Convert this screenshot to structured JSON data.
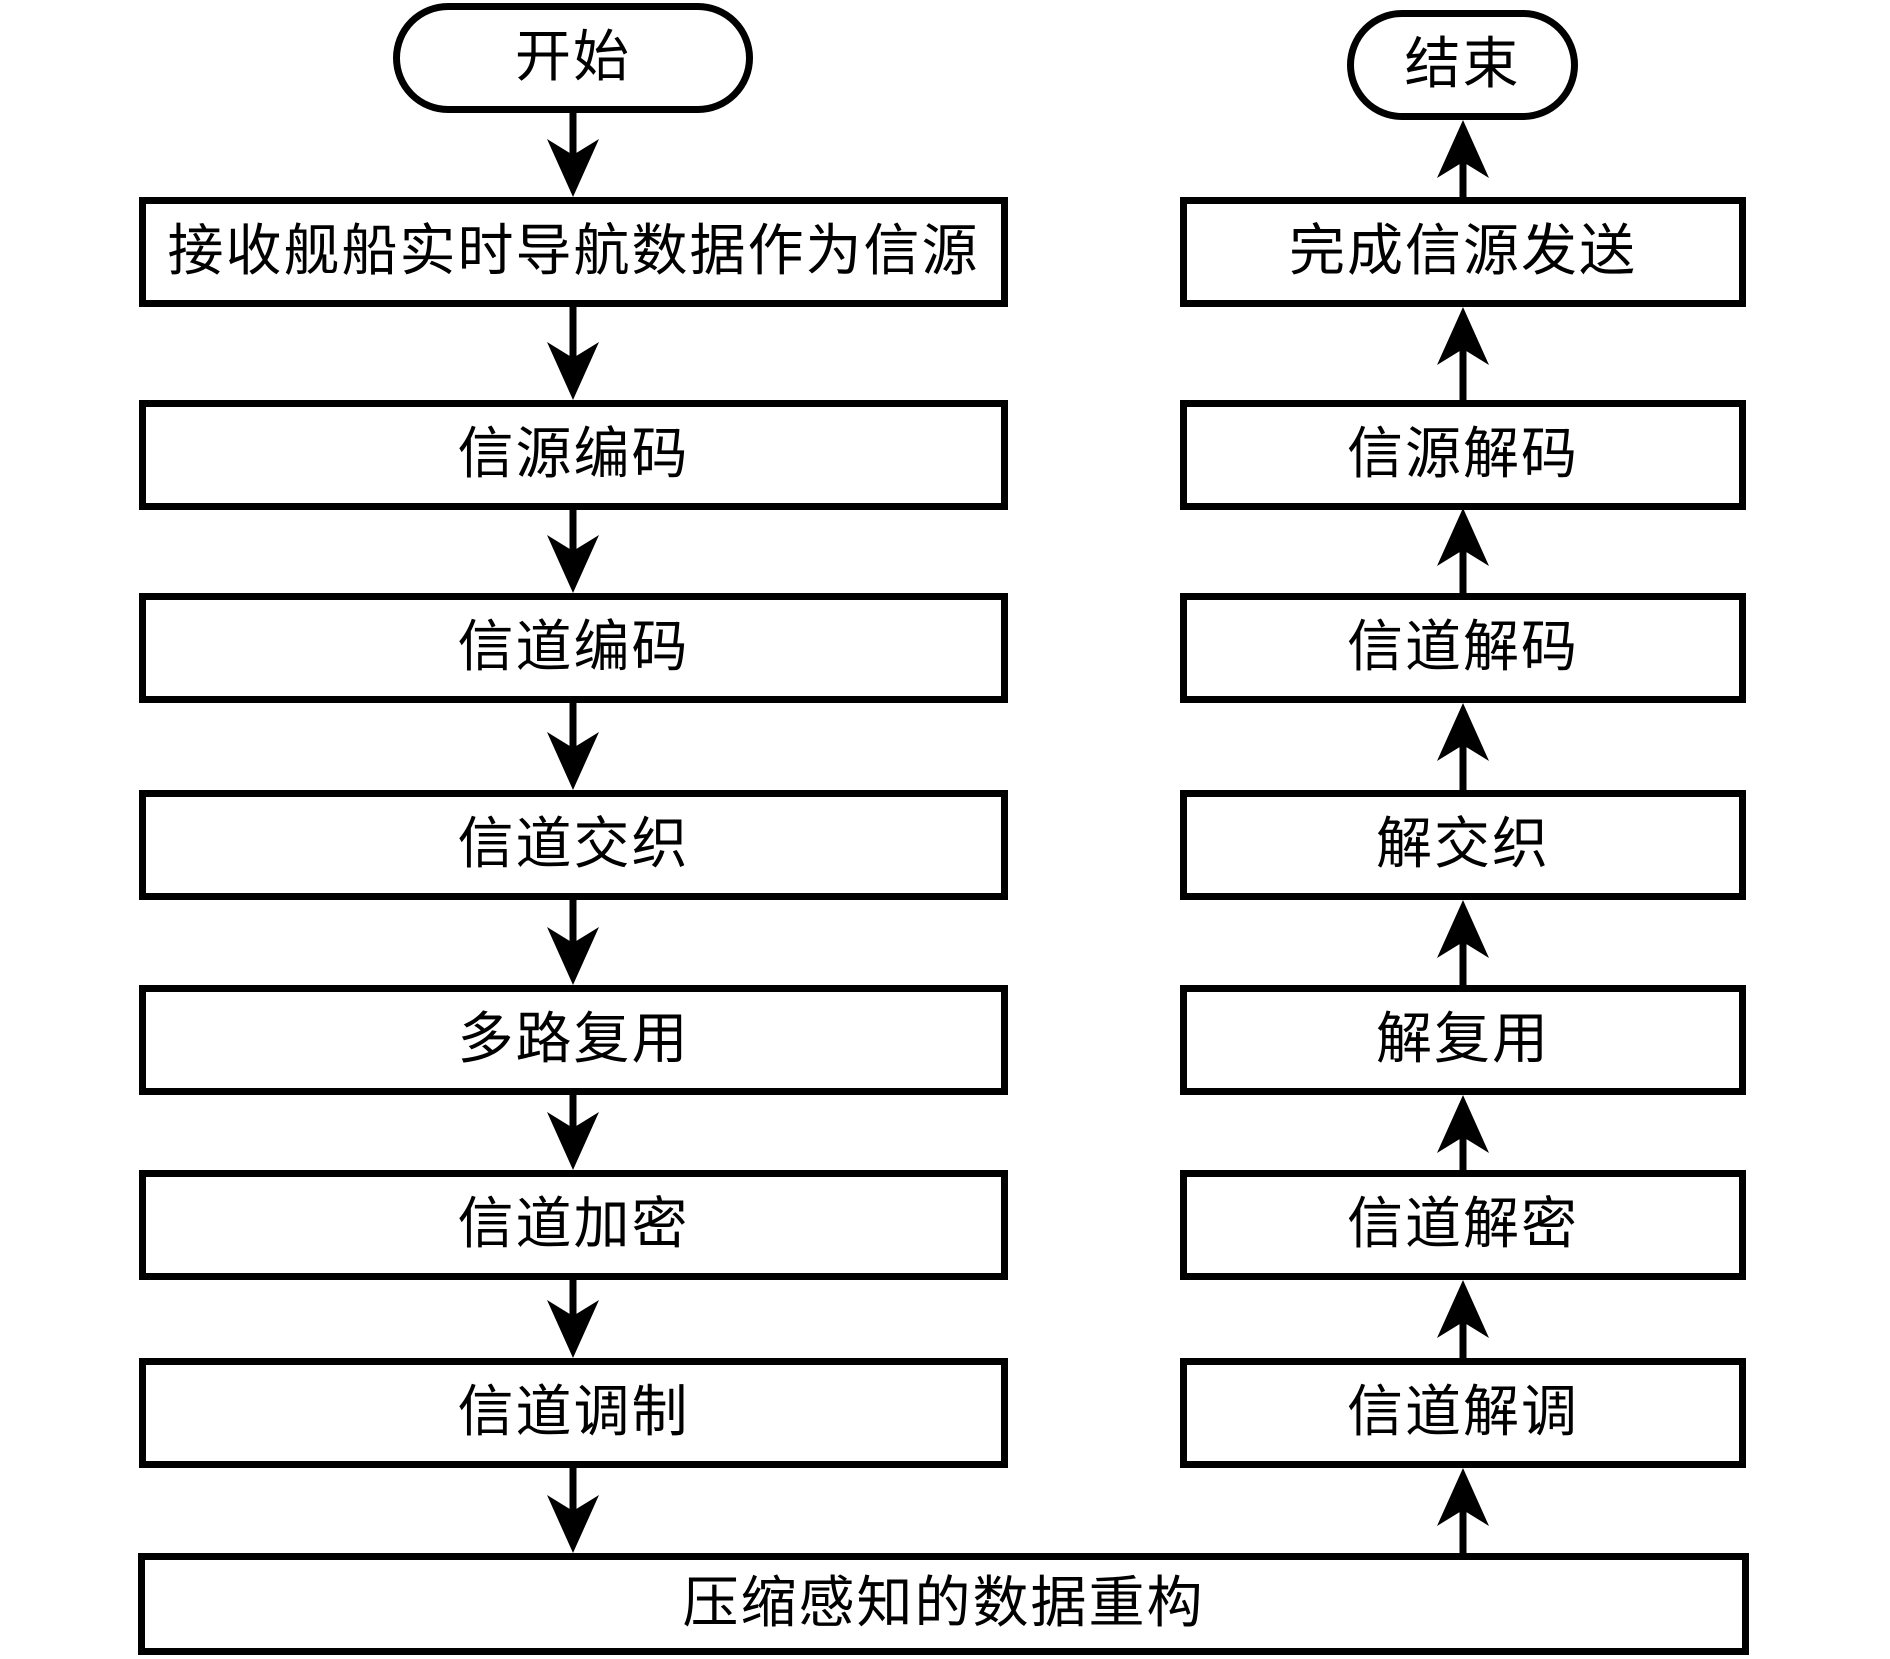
{
  "flowchart": {
    "start": "开始",
    "end": "结束",
    "left_steps": [
      "接收舰船实时导航数据作为信源",
      "信源编码",
      "信道编码",
      "信道交织",
      "多路复用",
      "信道加密",
      "信道调制"
    ],
    "right_steps": [
      "完成信源发送",
      "信源解码",
      "信道解码",
      "解交织",
      "解复用",
      "信道解密",
      "信道解调"
    ],
    "bottom_step": "压缩感知的数据重构",
    "colors": {
      "stroke": "#000000",
      "background": "#ffffff",
      "text": "#000000"
    }
  }
}
